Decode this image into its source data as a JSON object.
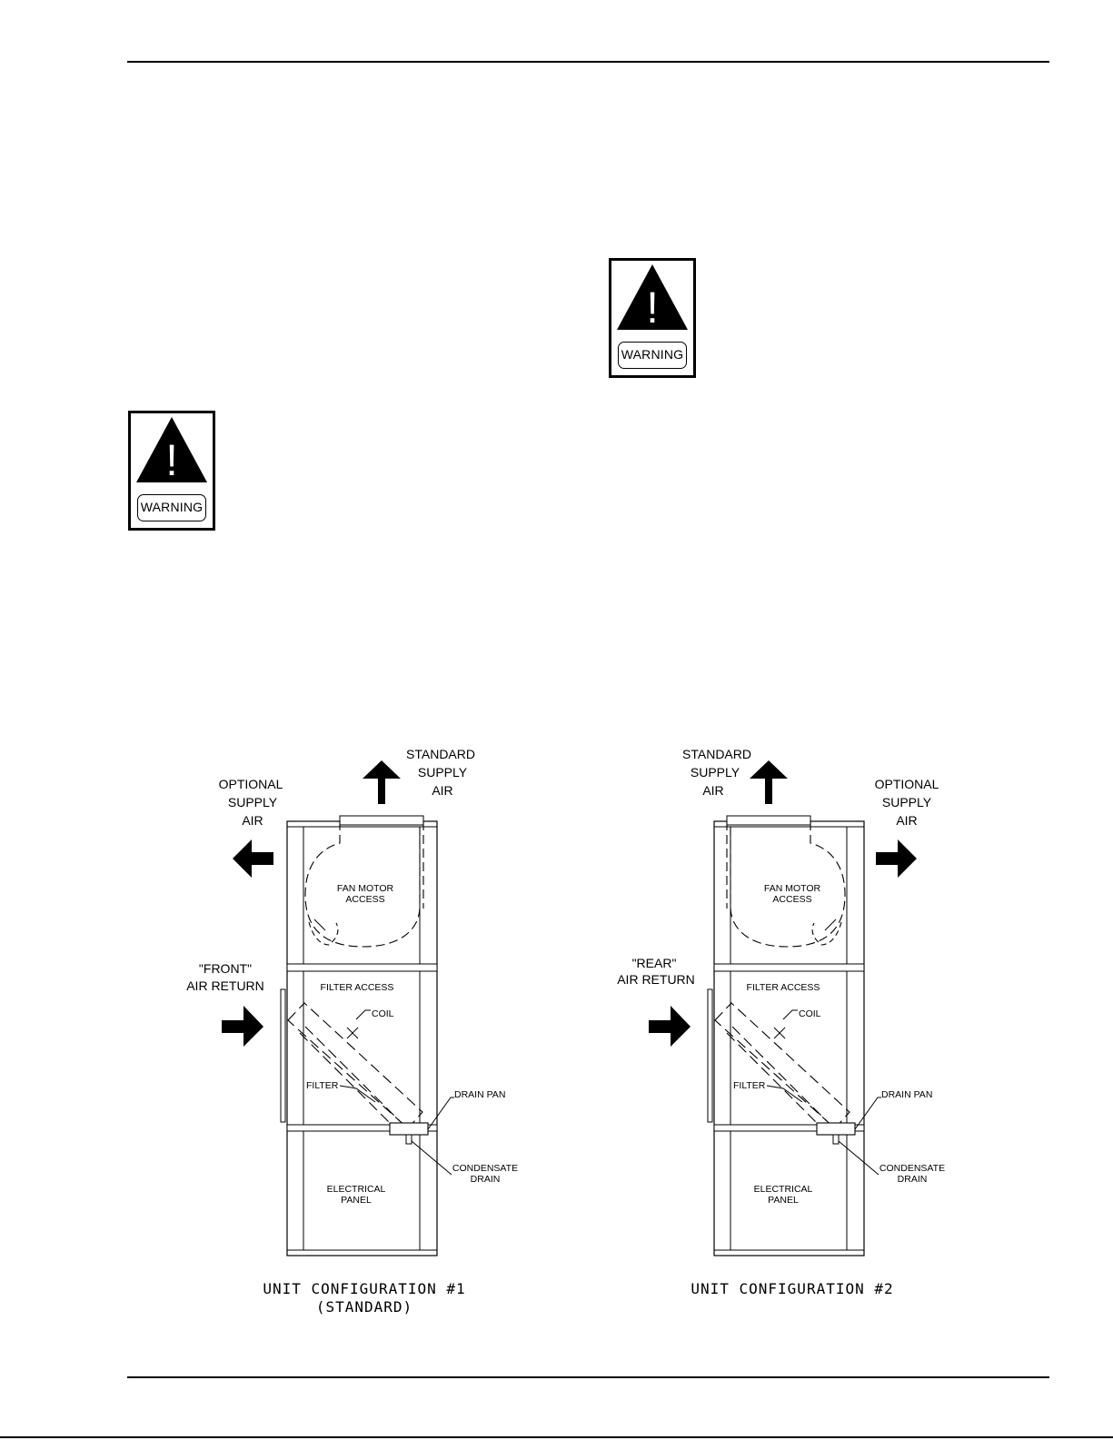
{
  "warning_signs": [
    {
      "label": "WARNING",
      "symbol": "!"
    },
    {
      "label": "WARNING",
      "symbol": "!"
    }
  ],
  "configurations": [
    {
      "labels": {
        "optional_supply": [
          "OPTIONAL",
          "SUPPLY",
          "AIR"
        ],
        "standard_supply": [
          "STANDARD",
          "SUPPLY",
          "AIR"
        ],
        "air_return": [
          "\"FRONT\"",
          "AIR RETURN"
        ],
        "fan_motor": [
          "FAN MOTOR",
          "ACCESS"
        ],
        "filter_access": "FILTER ACCESS",
        "coil": "COIL",
        "filter": "FILTER",
        "drain_pan": "DRAIN PAN",
        "condensate": [
          "CONDENSATE",
          "DRAIN"
        ],
        "electrical": [
          "ELECTRICAL",
          "PANEL"
        ]
      },
      "caption": [
        "UNIT CONFIGURATION #1",
        "(STANDARD)"
      ]
    },
    {
      "labels": {
        "optional_supply": [
          "OPTIONAL",
          "SUPPLY",
          "AIR"
        ],
        "standard_supply": [
          "STANDARD",
          "SUPPLY",
          "AIR"
        ],
        "air_return": [
          "\"REAR\"",
          "AIR RETURN"
        ],
        "fan_motor": [
          "FAN MOTOR",
          "ACCESS"
        ],
        "filter_access": "FILTER ACCESS",
        "coil": "COIL",
        "filter": "FILTER",
        "drain_pan": "DRAIN PAN",
        "condensate": [
          "CONDENSATE",
          "DRAIN"
        ],
        "electrical": [
          "ELECTRICAL",
          "PANEL"
        ]
      },
      "caption": [
        "UNIT CONFIGURATION #2"
      ]
    }
  ]
}
